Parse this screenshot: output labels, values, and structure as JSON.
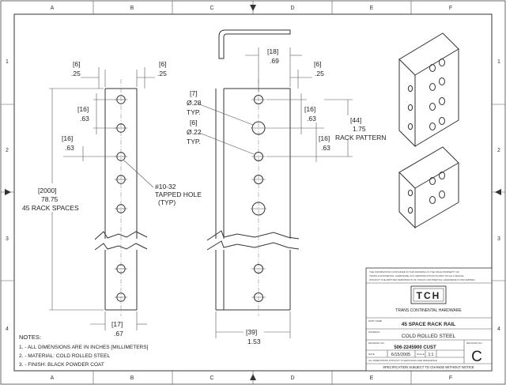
{
  "zones": {
    "columns": [
      "A",
      "B",
      "C",
      "D",
      "E",
      "F"
    ],
    "rows": [
      "1",
      "2",
      "3",
      "4"
    ]
  },
  "front_view": {
    "dim_left_in_mm": "[6]",
    "dim_left_in": ".25",
    "dim_right_in_mm": "[6]",
    "dim_right_in": ".25",
    "dim_16a_mm": "[16]",
    "dim_16a_in": ".63",
    "dim_16b_mm": "[16]",
    "dim_16b_in": ".63",
    "overall_mm": "[2000]",
    "overall_in": "78.75",
    "rack_spaces": "45 RACK SPACES",
    "tapped_hole_1": "#10-32",
    "tapped_hole_2": "TAPPED HOLE",
    "tapped_hole_3": "(TYP)",
    "width_mm": "[17]",
    "width_in": ".67"
  },
  "side_view": {
    "dim_18_mm": "[18]",
    "dim_18_in": ".69",
    "dim_6_mm": "[6]",
    "dim_6_in": ".25",
    "hole_a_mm": "[7]",
    "hole_a_in": "Ø.28",
    "hole_a_typ": "TYP.",
    "hole_b_mm": "[6]",
    "hole_b_in": "Ø.22",
    "hole_b_typ": "TYP.",
    "dim_16a_mm": "[16]",
    "dim_16a_in": ".63",
    "dim_16b_mm": "[16]",
    "dim_16b_in": ".63",
    "pattern_mm": "[44]",
    "pattern_in": "1.75",
    "pattern_label": "RACK PATTERN",
    "width_mm": "[39]",
    "width_in": "1.53"
  },
  "notes": {
    "title": "NOTES:",
    "items": [
      "1. - ALL DIMENSIONS ARE IN INCHES [MILLIMETERS]",
      "2. - MATERIAL: COLD ROLLED STEEL",
      "3. - FINISH: BLACK POWDER COAT"
    ]
  },
  "title_block": {
    "proprietary": [
      "THE INFORMATION CONTAINED IN THIS DRAWING IS THE SOLE PROPERTY OF",
      "TRANS CONTINENTAL HARDWARE. ANY REPRODUCTION IN PART OR AS A WHOLE",
      "WITHOUT THE WRITTEN PERMISSION OF TRANS CONTINENTAL HARDWARE IS PROHIBITED."
    ],
    "logo": "TCH",
    "company": "TRANS CONTINENTAL HARDWARE",
    "part_name_label": "PART NAME",
    "part_name": "45 SPACE RACK RAIL",
    "material_label": "MATERIAL",
    "material": "COLD ROLLED STEEL",
    "drawing_no_label": "DRAWING NO.",
    "drawing_no": "506-2245900 CUST",
    "date_label": "DATE",
    "date": "6/15/2005",
    "scale_label": "SCALE",
    "scale": "1:1",
    "revision_label": "REVISION NO.",
    "revision": "C",
    "tolerance": "ALL DIMENSIONS WITHOUT TOLERANCES ARE REFERENCE",
    "spec_notice": "SPECIFICATION SUBJECT TO CHANGE WITHOUT NOTICE"
  }
}
